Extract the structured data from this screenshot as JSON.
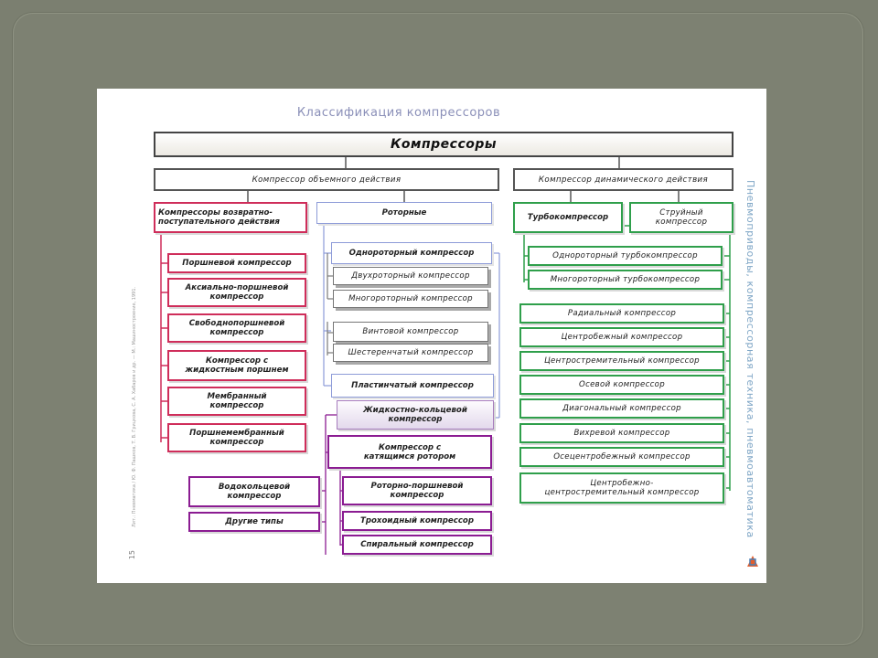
{
  "title": "Классификация компрессоров",
  "root": "Компрессоры",
  "side_text": "Пневмоприводы, компрессорная техника, пневмоавтоматика",
  "page_number": "15",
  "left_note": "Лит.: Пневматика / Ю. Ф. Пашков, Т. В. Грицкова, С. А. Хабаров и др. — М.: Машиностроение, 1991.",
  "volumetric": {
    "label": "Компрессор объемного действия",
    "reciprocating": {
      "label": "Компрессоры возвратно-\nпоступательного действия",
      "items": [
        "Поршневой компрессор",
        "Аксиально-поршневой\nкомпрессор",
        "Свободнопоршневой\nкомпрессор",
        "Компрессор с\nжидкостным поршнем",
        "Мембранный\nкомпрессор",
        "Поршнемембранный\nкомпрессор"
      ]
    },
    "rotary": {
      "label": "Роторные",
      "items": [
        "Однороторный компрессор",
        "Двухроторный компрессор",
        "Многороторный компрессор",
        "Винтовой компрессор",
        "Шестеренчатый компрессор",
        "Пластинчатый компрессор",
        "Жидкостно-кольцевой\nкомпрессор",
        "Компрессор с\nкатящимся ротором"
      ],
      "rolling_items": [
        "Роторно-поршневой\nкомпрессор",
        "Трохоидный компрессор",
        "Спиральный компрессор"
      ]
    },
    "extra": [
      "Водокольцевой\nкомпрессор",
      "Другие типы"
    ]
  },
  "dynamic": {
    "label": "Компрессор динамического действия",
    "turbo": {
      "label": "Турбокомпрессор",
      "items": [
        "Однороторный турбокомпрессор",
        "Многороторный турбокомпрессор"
      ]
    },
    "jet": "Струйный\nкомпрессор",
    "types": [
      "Радиальный компрессор",
      "Центробежный компрессор",
      "Центростремительный компрессор",
      "Осевой компрессор",
      "Диагональный компрессор",
      "Вихревой компрессор",
      "Осецентробежный компрессор",
      "Центробежно-\nцентростремительный компрессор"
    ]
  },
  "colors": {
    "reciprocating": "#cf2d5a",
    "rotary_line": "#8d9bd8",
    "rolling": "#8b1c92",
    "dynamic": "#2f9f4b",
    "background": "#7b7f70"
  }
}
